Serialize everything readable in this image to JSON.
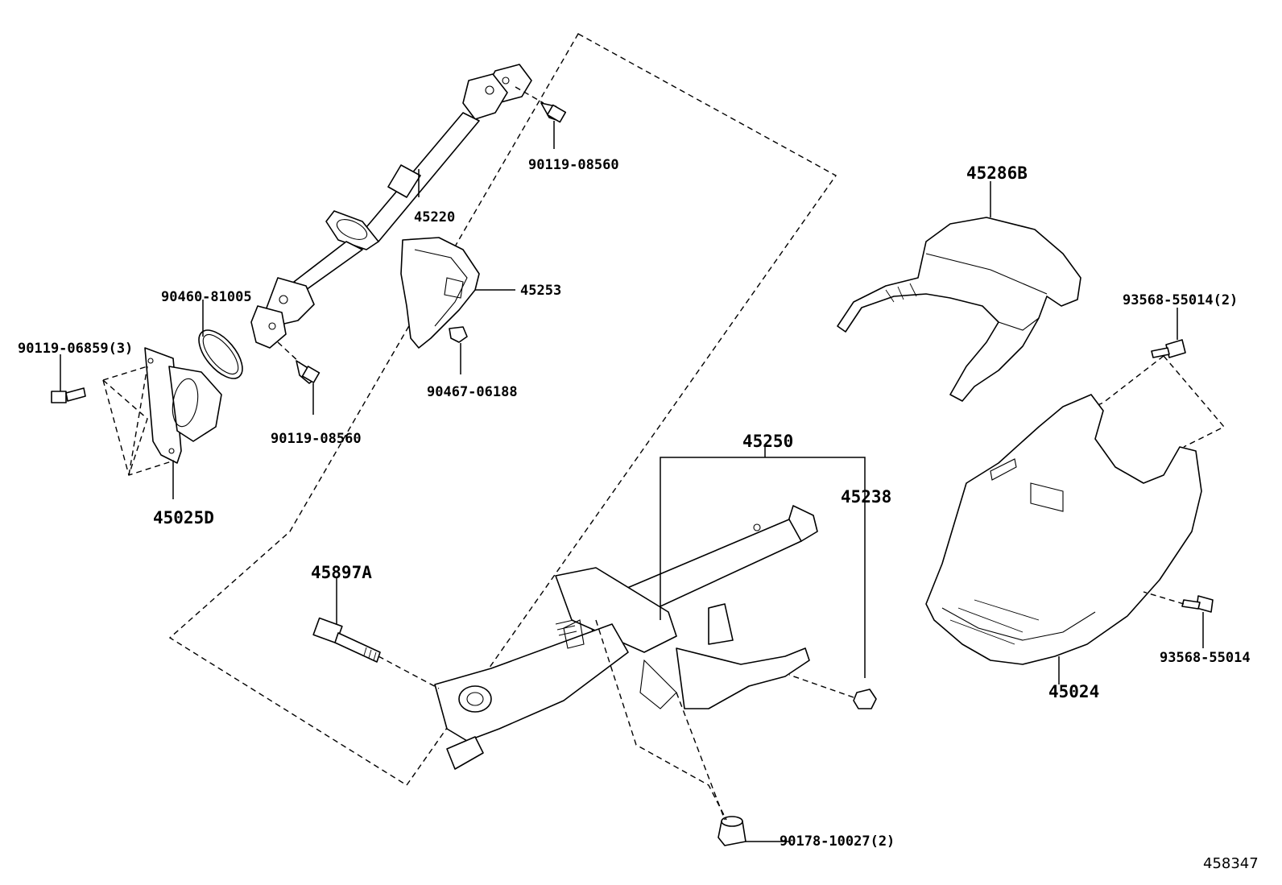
{
  "diagram_id": "458347",
  "parts": {
    "p45220": "45220",
    "p90119_08560_a": "90119-08560",
    "p90119_08560_b": "90119-08560",
    "p45253": "45253",
    "p90467": "90467-06188",
    "p90460": "90460-81005",
    "p90119_06859": "90119-06859(3)",
    "p45025D": "45025D",
    "p45286B": "45286B",
    "p93568_2": "93568-55014(2)",
    "p93568": "93568-55014",
    "p45024": "45024",
    "p45250": "45250",
    "p45238": "45238",
    "p45897A": "45897A",
    "p90178": "90178-10027(2)"
  }
}
